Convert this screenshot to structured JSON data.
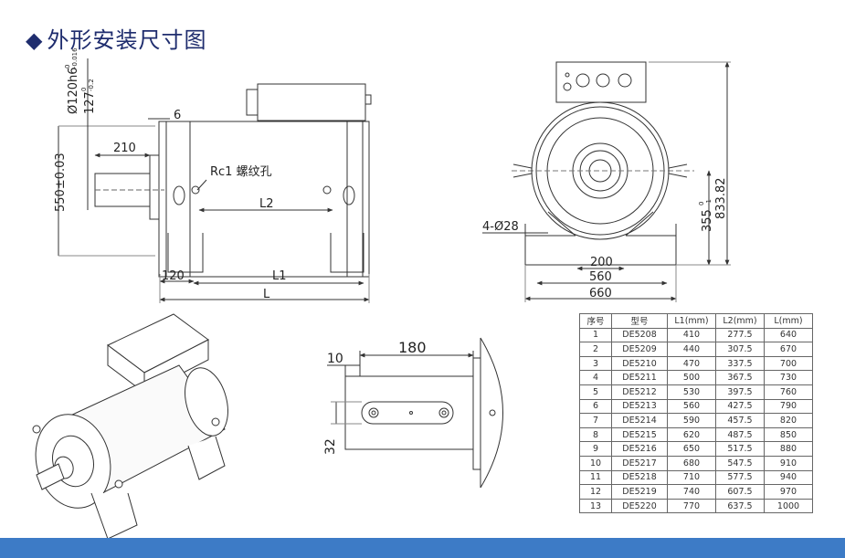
{
  "title": "外形安装尺寸图",
  "title_marker": "◆",
  "colors": {
    "title": "#1f2d6e",
    "line": "#333333",
    "bottom_bar": "#3d7bc6"
  },
  "side_view": {
    "shaft_dia": "Ø120h6",
    "shaft_tol_upper": "0",
    "shaft_tol_lower": "-0.016",
    "height_127": "127",
    "height_127_tol_upper": "0",
    "height_127_tol_lower": "-0.2",
    "dim_6": "6",
    "dim_210": "210",
    "dim_550": "550±0.03",
    "thread_label": "Rc1 螺纹孔",
    "dim_L2": "L2",
    "dim_120": "120",
    "dim_L1": "L1",
    "dim_L": "L"
  },
  "front_view": {
    "holes": "4-Ø28",
    "dim_200": "200",
    "dim_560": "560",
    "dim_660": "660",
    "dim_355": "355",
    "dim_355_tol_upper": "0",
    "dim_355_tol_lower": "-1",
    "dim_833": "833.82"
  },
  "shaft_view": {
    "dim_10": "10",
    "dim_180": "180",
    "dim_32": "32"
  },
  "table": {
    "headers": [
      "序号",
      "型号",
      "L1(mm)",
      "L2(mm)",
      "L(mm)"
    ],
    "rows": [
      [
        "1",
        "DE5208",
        "410",
        "277.5",
        "640"
      ],
      [
        "2",
        "DE5209",
        "440",
        "307.5",
        "670"
      ],
      [
        "3",
        "DE5210",
        "470",
        "337.5",
        "700"
      ],
      [
        "4",
        "DE5211",
        "500",
        "367.5",
        "730"
      ],
      [
        "5",
        "DE5212",
        "530",
        "397.5",
        "760"
      ],
      [
        "6",
        "DE5213",
        "560",
        "427.5",
        "790"
      ],
      [
        "7",
        "DE5214",
        "590",
        "457.5",
        "820"
      ],
      [
        "8",
        "DE5215",
        "620",
        "487.5",
        "850"
      ],
      [
        "9",
        "DE5216",
        "650",
        "517.5",
        "880"
      ],
      [
        "10",
        "DE5217",
        "680",
        "547.5",
        "910"
      ],
      [
        "11",
        "DE5218",
        "710",
        "577.5",
        "940"
      ],
      [
        "12",
        "DE5219",
        "740",
        "607.5",
        "970"
      ],
      [
        "13",
        "DE5220",
        "770",
        "637.5",
        "1000"
      ]
    ]
  }
}
